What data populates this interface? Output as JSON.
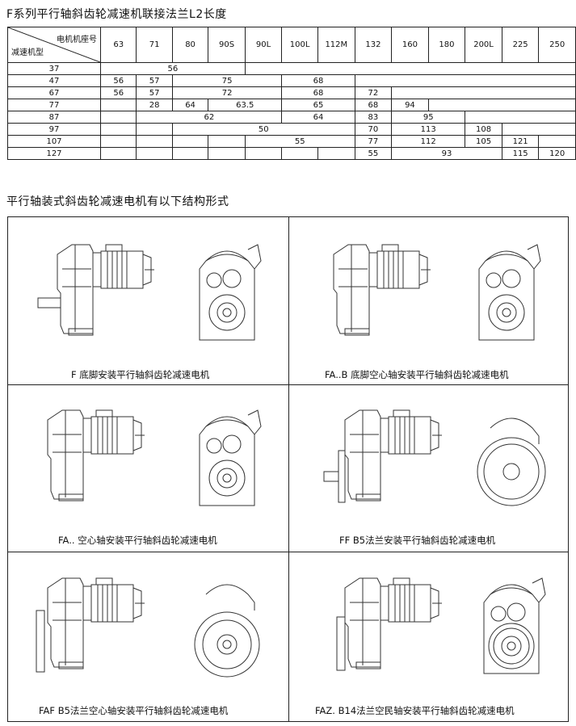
{
  "title": "F系列平行轴斜齿轮减速机联接法兰L2长度",
  "table": {
    "corner_top": "电机机座号",
    "corner_bottom": "减速机型",
    "columns": [
      "63",
      "71",
      "80",
      "90S",
      "90L",
      "100L",
      "112M",
      "132",
      "160",
      "180",
      "200L",
      "225",
      "250"
    ],
    "rows": [
      {
        "model": "37",
        "cells": [
          {
            "span": 4,
            "v": "56"
          },
          {
            "span": 9,
            "v": ""
          }
        ]
      },
      {
        "model": "47",
        "cells": [
          {
            "span": 1,
            "v": "56"
          },
          {
            "span": 1,
            "v": "57"
          },
          {
            "span": 3,
            "v": "75"
          },
          {
            "span": 2,
            "v": "68"
          },
          {
            "span": 6,
            "v": ""
          }
        ]
      },
      {
        "model": "67",
        "cells": [
          {
            "span": 1,
            "v": "56"
          },
          {
            "span": 1,
            "v": "57"
          },
          {
            "span": 3,
            "v": "72"
          },
          {
            "span": 2,
            "v": "68"
          },
          {
            "span": 1,
            "v": "72"
          },
          {
            "span": 5,
            "v": ""
          }
        ]
      },
      {
        "model": "77",
        "cells": [
          {
            "span": 1,
            "v": ""
          },
          {
            "span": 1,
            "v": "28"
          },
          {
            "span": 1,
            "v": "64"
          },
          {
            "span": 2,
            "v": "63.5"
          },
          {
            "span": 2,
            "v": "65"
          },
          {
            "span": 1,
            "v": "68"
          },
          {
            "span": 1,
            "v": "94"
          },
          {
            "span": 4,
            "v": ""
          }
        ]
      },
      {
        "model": "87",
        "cells": [
          {
            "span": 1,
            "v": ""
          },
          {
            "span": 4,
            "v": "62"
          },
          {
            "span": 2,
            "v": "64"
          },
          {
            "span": 1,
            "v": "83"
          },
          {
            "span": 2,
            "v": "95"
          },
          {
            "span": 3,
            "v": ""
          }
        ]
      },
      {
        "model": "97",
        "cells": [
          {
            "span": 1,
            "v": ""
          },
          {
            "span": 1,
            "v": ""
          },
          {
            "span": 5,
            "v": "50"
          },
          {
            "span": 1,
            "v": "70"
          },
          {
            "span": 2,
            "v": "113"
          },
          {
            "span": 1,
            "v": "108"
          },
          {
            "span": 2,
            "v": ""
          }
        ]
      },
      {
        "model": "107",
        "cells": [
          {
            "span": 1,
            "v": ""
          },
          {
            "span": 1,
            "v": ""
          },
          {
            "span": 1,
            "v": ""
          },
          {
            "span": 1,
            "v": ""
          },
          {
            "span": 3,
            "v": "55"
          },
          {
            "span": 1,
            "v": "77"
          },
          {
            "span": 2,
            "v": "112"
          },
          {
            "span": 1,
            "v": "105"
          },
          {
            "span": 1,
            "v": "121"
          },
          {
            "span": 1,
            "v": ""
          }
        ]
      },
      {
        "model": "127",
        "cells": [
          {
            "span": 1,
            "v": ""
          },
          {
            "span": 1,
            "v": ""
          },
          {
            "span": 1,
            "v": ""
          },
          {
            "span": 1,
            "v": ""
          },
          {
            "span": 1,
            "v": ""
          },
          {
            "span": 1,
            "v": ""
          },
          {
            "span": 1,
            "v": ""
          },
          {
            "span": 1,
            "v": "55"
          },
          {
            "span": 3,
            "v": "93"
          },
          {
            "span": 1,
            "v": "115"
          },
          {
            "span": 1,
            "v": "120"
          }
        ]
      }
    ]
  },
  "section_title": "平行轴装式斜齿轮减速电机有以下结构形式",
  "captions": [
    "F 底脚安装平行轴斜齿轮减速电机",
    "FA..B 底脚空心轴安装平行轴斜齿轮减速电机",
    "FA..  空心轴安装平行轴斜齿轮减速电机",
    "FF  B5法兰安装平行轴斜齿轮减速电机",
    "FAF  B5法兰空心轴安装平行轴斜齿轮减速电机",
    "FAZ.  B14法兰空民轴安装平行轴斜齿轮减速电机"
  ]
}
